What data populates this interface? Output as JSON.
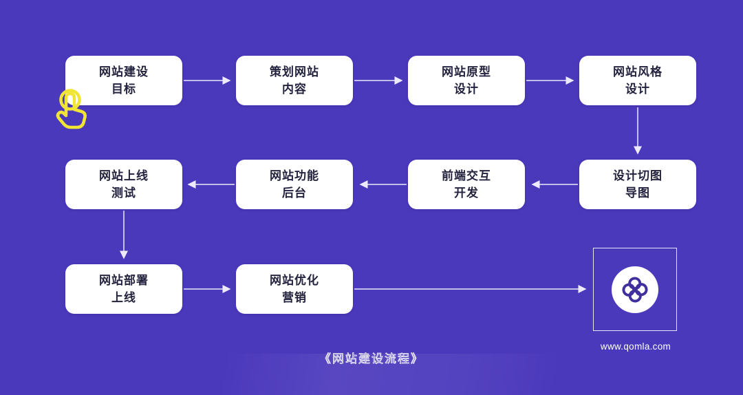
{
  "caption": {
    "text": "《网站建设流程》"
  },
  "branding": {
    "url": "www.qomla.com",
    "logo_icon": "qomla-clover-logo"
  },
  "icons": {
    "cursor": "tap-hand-icon",
    "arrowhead": "triangle-arrowhead"
  },
  "colors": {
    "bg": "#4B39BC",
    "node-bg": "#FFFFFF",
    "ink": "#23233F",
    "arrow": "#ECEAFB",
    "accent-yellow": "#F0E435",
    "logo-ink": "#3F309E"
  },
  "nodes": {
    "goal": {
      "label": "网站建设目标",
      "line1": "网站建设",
      "line2": "目标"
    },
    "plan": {
      "label": "策划网站内容",
      "line1": "策划网站",
      "line2": "内容"
    },
    "prototype": {
      "label": "网站原型设计",
      "line1": "网站原型",
      "line2": "设计"
    },
    "style": {
      "label": "网站风格设计",
      "line1": "网站风格",
      "line2": "设计"
    },
    "launch_test": {
      "label": "网站上线测试",
      "line1": "网站上线",
      "line2": "测试"
    },
    "backend": {
      "label": "网站功能后台",
      "line1": "网站功能",
      "line2": "后台"
    },
    "frontend": {
      "label": "前端交互开发",
      "line1": "前端交互",
      "line2": "开发"
    },
    "slicing": {
      "label": "设计切图导图",
      "line1": "设计切图",
      "line2": "导图"
    },
    "deploy": {
      "label": "网站部署上线",
      "line1": "网站部署",
      "line2": "上线"
    },
    "marketing": {
      "label": "网站优化营销",
      "line1": "网站优化",
      "line2": "营销"
    }
  },
  "edges": [
    {
      "from": "网站建设目标",
      "to": "策划网站内容",
      "direction": "right"
    },
    {
      "from": "策划网站内容",
      "to": "网站原型设计",
      "direction": "right"
    },
    {
      "from": "网站原型设计",
      "to": "网站风格设计",
      "direction": "right"
    },
    {
      "from": "网站风格设计",
      "to": "设计切图导图",
      "direction": "down"
    },
    {
      "from": "设计切图导图",
      "to": "前端交互开发",
      "direction": "left"
    },
    {
      "from": "前端交互开发",
      "to": "网站功能后台",
      "direction": "left"
    },
    {
      "from": "网站功能后台",
      "to": "网站上线测试",
      "direction": "left"
    },
    {
      "from": "网站上线测试",
      "to": "网站部署上线",
      "direction": "down"
    },
    {
      "from": "网站部署上线",
      "to": "网站优化营销",
      "direction": "right"
    },
    {
      "from": "网站优化营销",
      "to": "qomla-logo",
      "direction": "right"
    }
  ]
}
